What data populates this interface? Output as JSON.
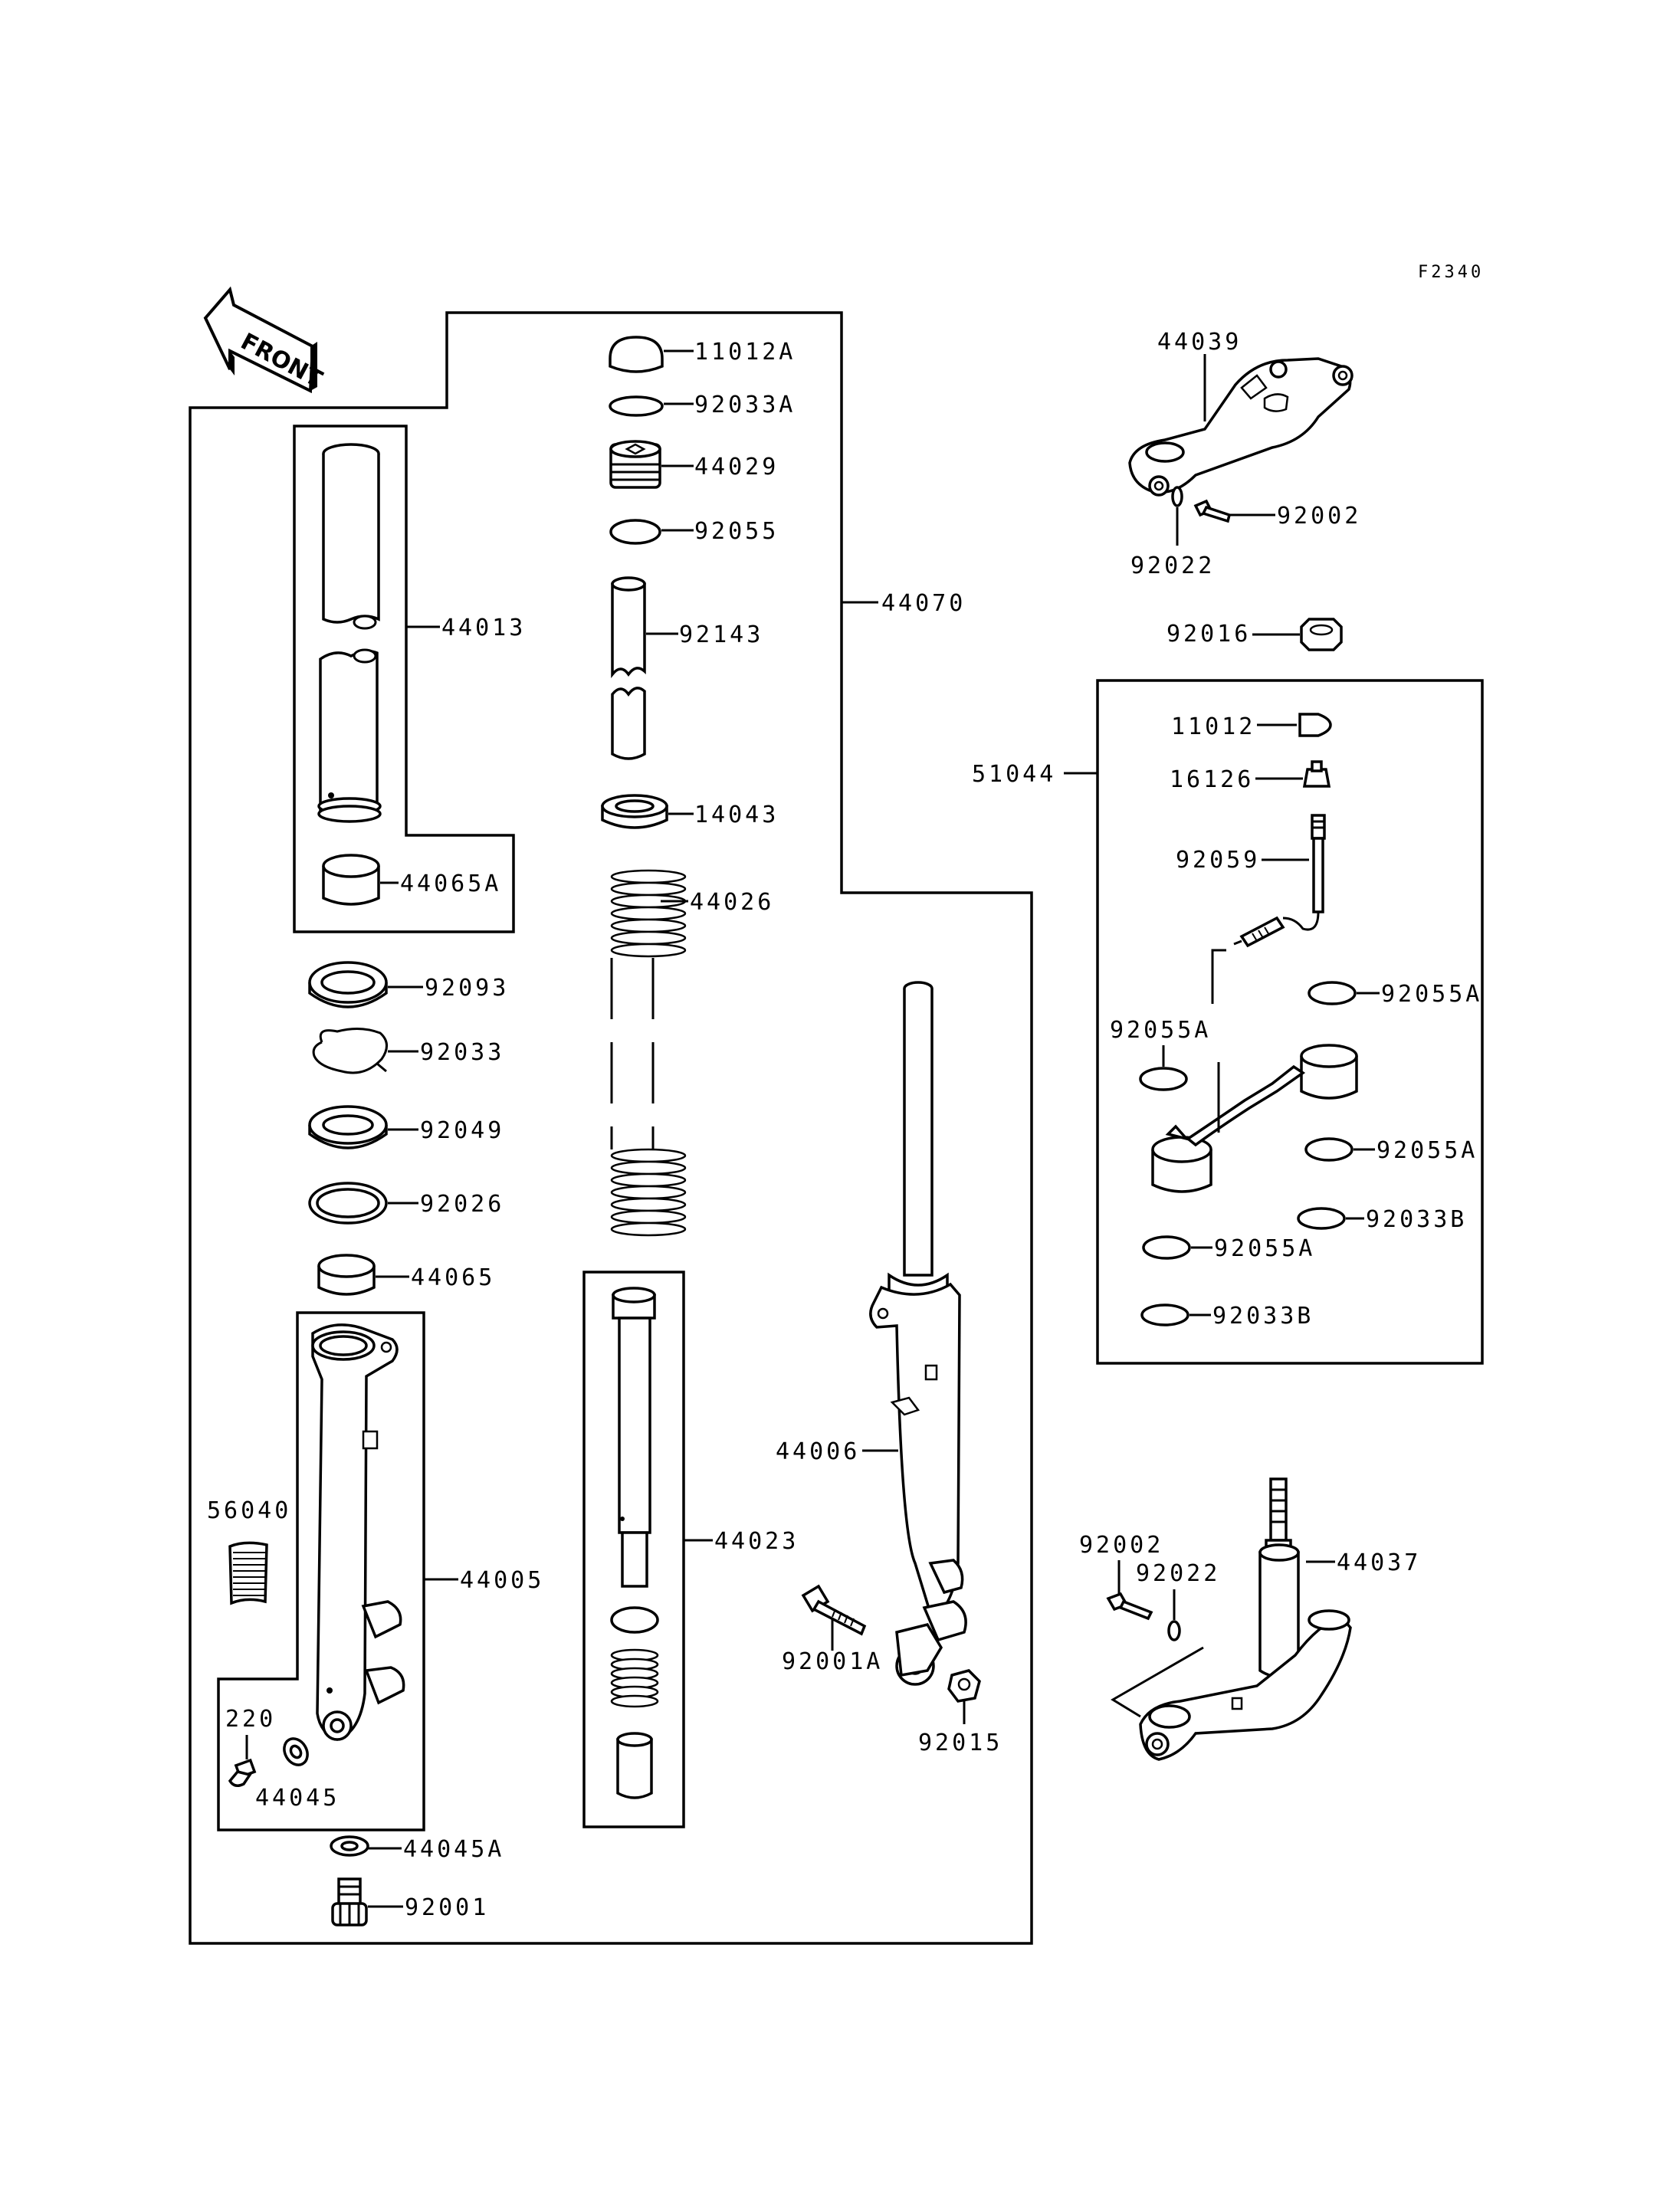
{
  "figure_code": "F2340",
  "front_badge": "FRONT",
  "parts": {
    "p11012A": "11012A",
    "p92033A": "92033A",
    "p44029": "44029",
    "p92055": "92055",
    "p44070": "44070",
    "p92143": "92143",
    "p14043": "14043",
    "p44026": "44026",
    "p44013": "44013",
    "p44065A": "44065A",
    "p92093": "92093",
    "p92033": "92033",
    "p92049": "92049",
    "p92026": "92026",
    "p44065": "44065",
    "p56040": "56040",
    "p44005": "44005",
    "p220": "220",
    "p44045": "44045",
    "p44045A": "44045A",
    "p92001": "92001",
    "p44023": "44023",
    "p44006": "44006",
    "p92001A": "92001A",
    "p92015": "92015",
    "p44039": "44039",
    "p92002_top": "92002",
    "p92022_top": "92022",
    "p92016": "92016",
    "p51044": "51044",
    "p11012": "11012",
    "p16126": "16126",
    "p92059": "92059",
    "p92055A_1": "92055A",
    "p92055A_2": "92055A",
    "p92055A_3": "92055A",
    "p92033B_1": "92033B",
    "p92055A_4": "92055A",
    "p92033B_2": "92033B",
    "p92002_bot": "92002",
    "p92022_bot": "92022",
    "p44037": "44037"
  }
}
